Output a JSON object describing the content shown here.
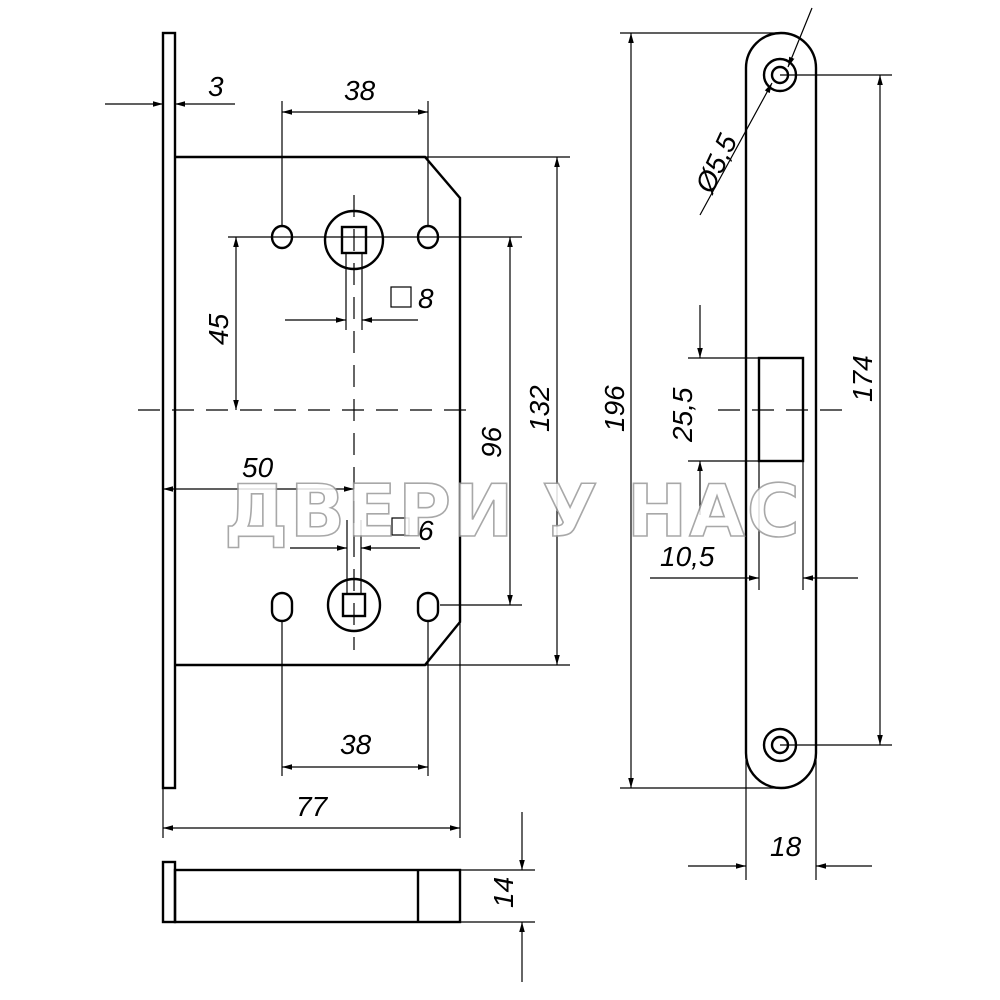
{
  "dimensions": {
    "faceplate_thickness": "3",
    "top_hole_spacing": "38",
    "square_top": "□8",
    "spindle_to_center": "45",
    "backset": "50",
    "square_bottom": "□6",
    "bottom_hole_spacing": "38",
    "body_width": "77",
    "center_distance": "96",
    "body_height": "132",
    "faceplate_length": "196",
    "screw_diameter": "Ø5,5",
    "latch_height": "25,5",
    "latch_width": "10,5",
    "screw_spacing": "174",
    "faceplate_width": "18",
    "thickness": "14"
  },
  "watermark": "ДВЕРИ У НАС"
}
